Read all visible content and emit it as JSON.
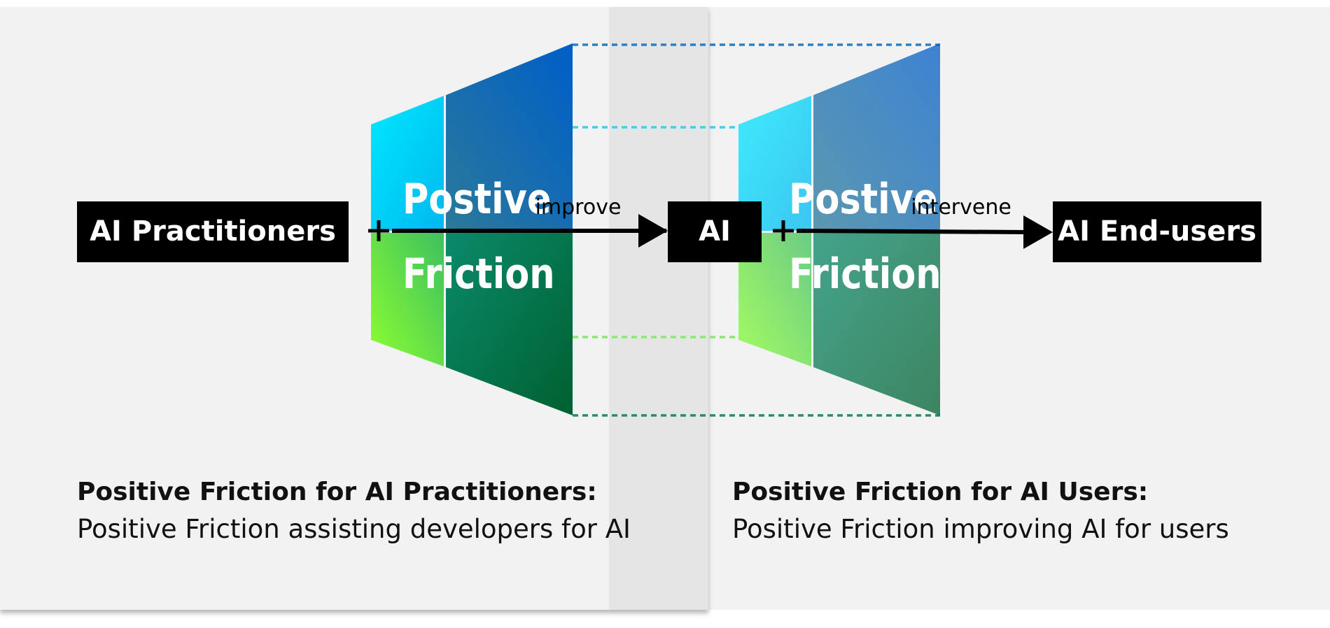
{
  "nodes": {
    "practitioners": "AI Practitioners",
    "ai": "AI",
    "end_users": "AI End-users"
  },
  "edges": {
    "improve": "improve",
    "intervene": "intervene"
  },
  "windows": {
    "left": {
      "word1": "Postive",
      "word2": "Friction"
    },
    "right": {
      "word1": "Postive",
      "word2": "Friction"
    }
  },
  "captions": {
    "left": {
      "heading": "Positive Friction for AI Practitioners:",
      "body": "Positive Friction assisting developers for AI"
    },
    "right": {
      "heading": "Positive Friction for AI Users:",
      "body": "Positive Friction improving AI for users"
    }
  },
  "colors": {
    "cyan": "#00e5ff",
    "blue": "#0060c8",
    "lime": "#8cff30",
    "dark_green": "#006030",
    "box": "#000000"
  }
}
